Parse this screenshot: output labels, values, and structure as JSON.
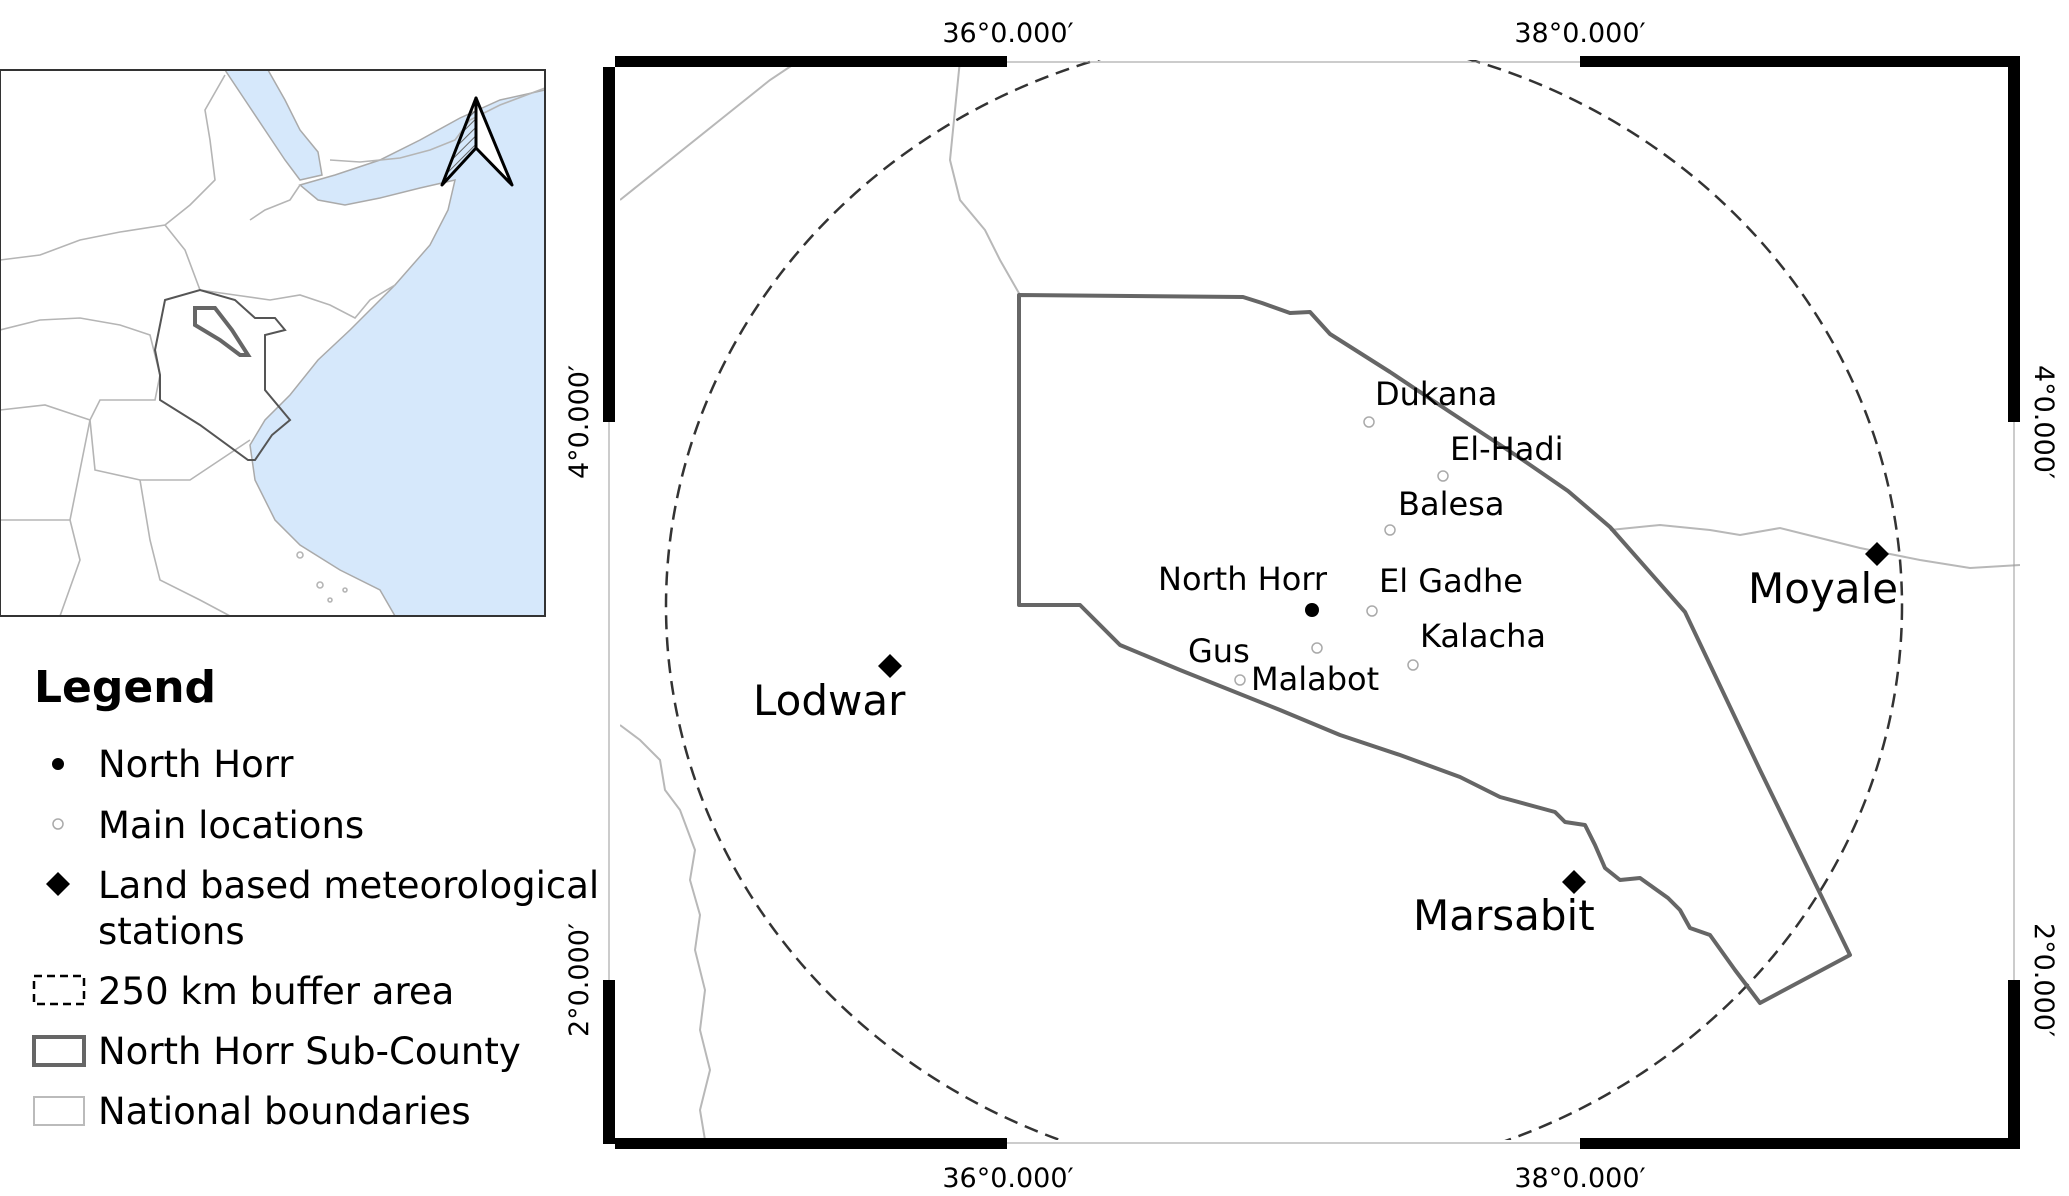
{
  "main_map": {
    "top_coords": [
      "36°0.000′",
      "38°0.000′"
    ],
    "bottom_coords": [
      "36°0.000′",
      "38°0.000′"
    ],
    "left_coords": [
      "4°0.000′",
      "2°0.000′"
    ],
    "right_coords": [
      "4°0.000′",
      "2°0.000′"
    ],
    "main_locations": [
      {
        "name": "Dukana"
      },
      {
        "name": "El-Hadi"
      },
      {
        "name": "Balesa"
      },
      {
        "name": "El Gadhe"
      },
      {
        "name": "Kalacha"
      },
      {
        "name": "Gus"
      },
      {
        "name": "Malabot"
      }
    ],
    "north_horr": {
      "name": "North Horr"
    },
    "stations": [
      {
        "name": "Lodwar"
      },
      {
        "name": "Moyale"
      },
      {
        "name": "Marsabit"
      }
    ]
  },
  "legend": {
    "title": "Legend",
    "items": [
      {
        "label": "North Horr",
        "symbol": "black-dot"
      },
      {
        "label": "Main locations",
        "symbol": "small-open-circle"
      },
      {
        "label": "Land based meteorological",
        "label2": "stations",
        "symbol": "black-diamond"
      },
      {
        "label": "250 km buffer area",
        "symbol": "dashed-rectangle"
      },
      {
        "label": "North Horr Sub-County",
        "symbol": "dark-grey-rectangle"
      },
      {
        "label": "National boundaries",
        "symbol": "light-grey-rectangle"
      }
    ]
  },
  "colors": {
    "water": "#d6e8fb",
    "boundary": "#bbbbbb",
    "subcounty": "#666666",
    "frame": "#000000"
  }
}
